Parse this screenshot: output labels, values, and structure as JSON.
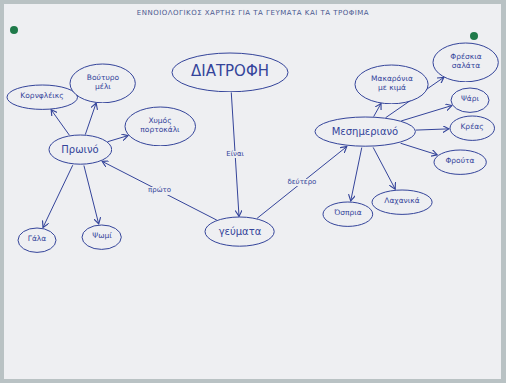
{
  "diagram": {
    "title": "ΕΝΝΟΙΟΛΟΓΙΚΟΣ ΧΑΡΤΗΣ ΓΙΑ ΤΑ ΓΕΥΜΑΤΑ ΚΑΙ ΤΑ ΤΡΟΦΙΜΑ",
    "nodes": [
      {
        "text": [
          "ΔΙΑΤΡΟΦΗ"
        ]
      },
      {
        "text": [
          "Πρωινό"
        ]
      },
      {
        "text": [
          "γεύματα"
        ]
      },
      {
        "text": [
          "Μεσημεριανό"
        ]
      },
      {
        "text": [
          "Κορνφλέικς"
        ]
      },
      {
        "text": [
          "Βούτυρο μέλι"
        ]
      },
      {
        "text": [
          "Χυμός πορτοκάλι"
        ]
      },
      {
        "text": [
          "Γάλα"
        ]
      },
      {
        "text": [
          "Ψωμί"
        ]
      },
      {
        "text": [
          "Μακαρόνια με κιμά"
        ]
      },
      {
        "text": [
          "Φρέσκια σαλάτα"
        ]
      },
      {
        "text": [
          "Ψάρι"
        ]
      },
      {
        "text": [
          "Κρέας"
        ]
      },
      {
        "text": [
          "Φρούτα"
        ]
      },
      {
        "text": [
          "Λαχανικά"
        ]
      },
      {
        "text": [
          "Όσπρια"
        ]
      }
    ],
    "edges": [
      {
        "from": 0,
        "to": 2,
        "label": "Είναι",
        "arrow": "to"
      },
      {
        "from": 2,
        "to": 1,
        "label": "πρώτο",
        "arrow": "to"
      },
      {
        "from": 2,
        "to": 3,
        "label": "δεύτερο",
        "arrow": "to"
      },
      {
        "from": 1,
        "to": 4,
        "arrow": "to"
      },
      {
        "from": 1,
        "to": 5,
        "arrow": "to"
      },
      {
        "from": 1,
        "to": 6,
        "arrow": "to"
      },
      {
        "from": 1,
        "to": 7,
        "arrow": "to"
      },
      {
        "from": 1,
        "to": 8,
        "arrow": "to"
      },
      {
        "from": 3,
        "to": 9,
        "arrow": "to"
      },
      {
        "from": 3,
        "to": 10,
        "arrow": "to"
      },
      {
        "from": 3,
        "to": 11,
        "arrow": "to"
      },
      {
        "from": 3,
        "to": 12,
        "arrow": "to"
      },
      {
        "from": 3,
        "to": 13,
        "arrow": "to"
      },
      {
        "from": 3,
        "to": 14,
        "arrow": "to"
      },
      {
        "from": 3,
        "to": 15,
        "arrow": "to"
      }
    ]
  }
}
